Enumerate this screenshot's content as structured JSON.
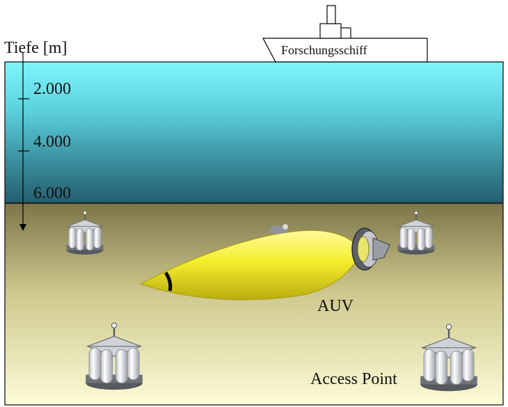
{
  "depth_axis": {
    "title": "Tiefe [m]",
    "ticks": [
      "2.000",
      "4.000",
      "6.000"
    ]
  },
  "ship": {
    "label": "Forschungsschiff"
  },
  "auv": {
    "label": "AUV"
  },
  "access_point": {
    "label": "Access Point"
  },
  "colors": {
    "water_top": "#7ff6fb",
    "water_bottom": "#245d6e",
    "seabed_top": "#7c7549",
    "seabed_bottom": "#fbfbd6",
    "auv_body": "#f4ee2a",
    "outline": "#000000"
  }
}
